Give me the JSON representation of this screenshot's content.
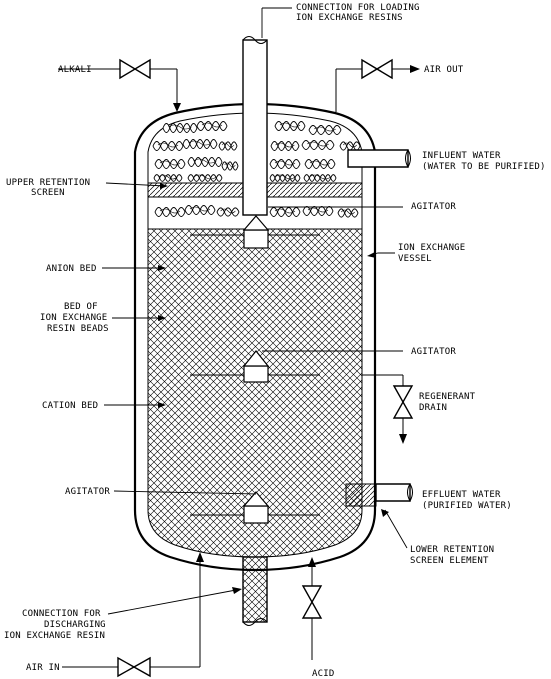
{
  "labels": {
    "loading_line1": "CONNECTION FOR LOADING",
    "loading_line2": "ION EXCHANGE RESINS",
    "alkali": "ALKALI",
    "air_out": "AIR OUT",
    "influent_line1": "INFLUENT WATER",
    "influent_line2": "(WATER TO BE PURIFIED)",
    "upper_screen_line1": "UPPER RETENTION",
    "upper_screen_line2": "SCREEN",
    "agitator_top": "AGITATOR",
    "vessel_line1": "ION EXCHANGE",
    "vessel_line2": "VESSEL",
    "anion_bed": "ANION BED",
    "resin_line1": "BED OF",
    "resin_line2": "ION EXCHANGE",
    "resin_line3": "RESIN BEADS",
    "agitator_middle": "AGITATOR",
    "regen_line1": "REGENERANT",
    "regen_line2": "DRAIN",
    "cation_bed": "CATION BED",
    "agitator_bottom": "AGITATOR",
    "effluent_line1": "EFFLUENT WATER",
    "effluent_line2": "(PURIFIED WATER)",
    "lower_screen_line1": "LOWER RETENTION",
    "lower_screen_line2": "SCREEN ELEMENT",
    "discharge_line1": "CONNECTION FOR",
    "discharge_line2": "DISCHARGING",
    "discharge_line3": "ION EXCHANGE RESIN",
    "air_in": "AIR IN",
    "acid": "ACID"
  },
  "colors": {
    "line": "#000000",
    "background": "#ffffff",
    "hatch": "#000000"
  },
  "icons": [
    "valve-icon",
    "arrow-icon",
    "agitator-icon"
  ]
}
